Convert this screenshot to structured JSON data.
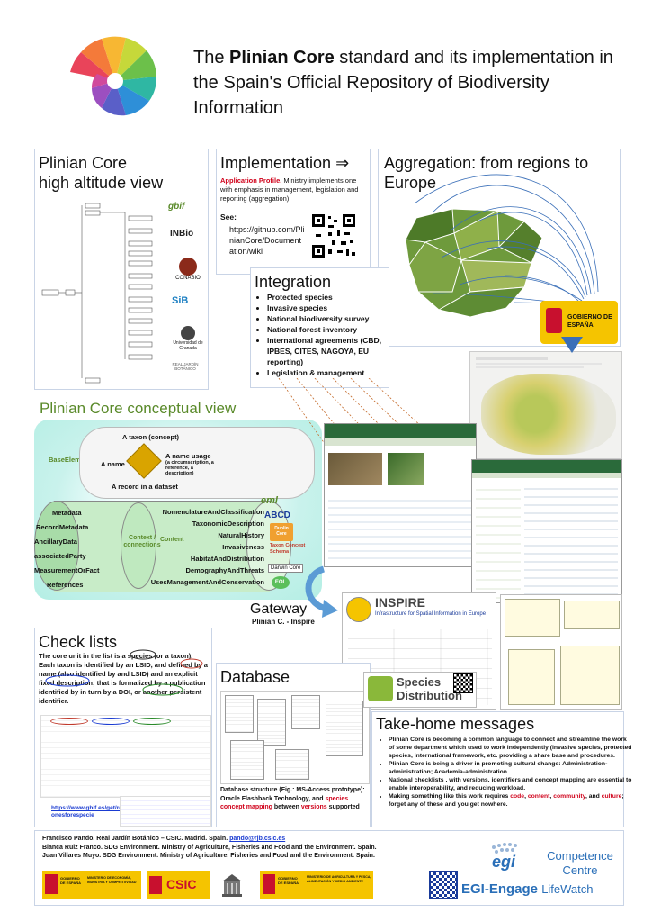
{
  "header": {
    "title_pre": "The ",
    "title_bold": "Plinian Core",
    "title_post": " standard and its implementation in the Spain's Official Repository of Biodiversity Information"
  },
  "high_altitude": {
    "title_line1": "Plinian Core",
    "title_line2": "high altitude view",
    "logos": [
      "gbif",
      "INBio",
      "CONABIO",
      "SiB",
      "Universidad de Granada",
      "REAL JARDÍN BOTÁNICO"
    ]
  },
  "implementation": {
    "title": "Implementation",
    "arrow": "⇒",
    "profile_label": "Application Profile.",
    "profile_text": " Ministry implements one with emphasis in management, legislation and reporting (aggregation)",
    "see_label": "See:",
    "link": "https://github.com/PlinianCore/Documentation/wiki"
  },
  "aggregation": {
    "title": "Aggregation: from regions to Europe",
    "gobierno": "GOBIERNO DE ESPAÑA"
  },
  "integration": {
    "title": "Integration",
    "items": [
      "Protected species",
      "Invasive species",
      "National biodiversity survey",
      "National forest inventory",
      "International agreements (CBD, IPBES, CITES, NAGOYA, EU reporting)",
      "Legislation & management"
    ]
  },
  "conceptual": {
    "title": "Plinian Core conceptual view",
    "base_elements": "BaseElements",
    "taxon_concept": "A taxon (concept)",
    "a_name": "A name",
    "name_usage": "A name usage",
    "name_usage_note": "(a circumscription, a reference, a description)",
    "record": "A record in a dataset",
    "left_items": [
      "Metadata",
      "RecordMetadata",
      "AncillaryData",
      "associatedParty",
      "MeasurementOrFact",
      "References"
    ],
    "context_label": "Context / connections",
    "content_label": "Content",
    "right_items": [
      "NomenclatureAndClassification",
      "TaxonomicDescription",
      "NaturalHistory",
      "Invasiveness",
      "HabitatAndDistribution",
      "DemographyAndThreats",
      "UsesManagementAndConservation"
    ],
    "standards": [
      "eml",
      "ABCD",
      "Dublin Core",
      "Taxon Concept Schema",
      "Darwin Core",
      "EOL"
    ]
  },
  "gateway": {
    "title": "Gateway",
    "subtitle": "Plinian C. - Inspire",
    "inspire_title": "INSPIRE",
    "inspire_sub": "Infrastructure for Spatial Information in Europe",
    "species_dist_line1": "Species",
    "species_dist_line2": "Distribution"
  },
  "checklists": {
    "title": "Check lists",
    "text": "The core unit in the list is a species (or a taxon). Each taxon is identified by an LSID, and defined by a name (also identified by and LSID) and an explicit fixed description; that is formalized by a publication identified by in turn by a DOI, or another persistent identifier.",
    "link": "https://www.gbif.es/get/resource?r=taxonesforespecie"
  },
  "database": {
    "title": "Database",
    "caption_pre": "Database structure  (Fig.: MS-Access prototype): Oracle Flashback Technology, and ",
    "caption_red1": "species concept mapping",
    "caption_mid": " between ",
    "caption_red2": "versions",
    "caption_post": " supported"
  },
  "takehome": {
    "title": "Take-home messages",
    "items": [
      "Plinian Core is becoming a common language to connect and streamline the work of some department which used to work independently (invasive species, protected species, international framework, etc. providing a share base and procedures.",
      "Plinian Core is being a driver in promoting cultural change: Administration-administration; Academia-administration.",
      "National checklists , with versions, identifiers and concept mapping are essential to enable interoperability, and reducing workload."
    ],
    "last_pre": "Making something like this work requires ",
    "last_code": "code",
    "last_content": "content",
    "last_community": "community",
    "last_and": ", and ",
    "last_culture": "culture",
    "last_post": ";  forget any of these and you get nowhere."
  },
  "footer": {
    "author1_text": "Francisco Pando. Real Jardín Botánico – CSIC. Madrid. Spain. ",
    "author1_email": "pando@rjb.csic.es",
    "author2": "Blanca Ruiz Franco. SDG Environment. Ministry of Agriculture, Fisheries and Food and the Environment. Spain.",
    "author3": "Juan Villares Muyo. SDG Environment. Ministry of Agriculture, Fisheries and Food and the Environment. Spain.",
    "logos": [
      "GOBIERNO DE ESPAÑA",
      "MINISTERIO DE ECONOMÍA, INDUSTRIA Y COMPETITIVIDAD",
      "CSIC",
      "GOBIERNO DE ESPAÑA",
      "MINISTERIO DE AGRICULTURA Y PESCA, ALIMENTACIÓN Y MEDIO AMBIENTE"
    ],
    "egi": "egi",
    "competence_line1": "Competence",
    "competence_line2": "Centre",
    "egi_engage": "EGI-Engage",
    "lifewatch": "LifeWatch"
  },
  "colors": {
    "accent_green": "#5a8a2a",
    "red": "#d0021b",
    "link_blue": "#1a3bd1",
    "egi_blue": "#2a6fb8"
  }
}
